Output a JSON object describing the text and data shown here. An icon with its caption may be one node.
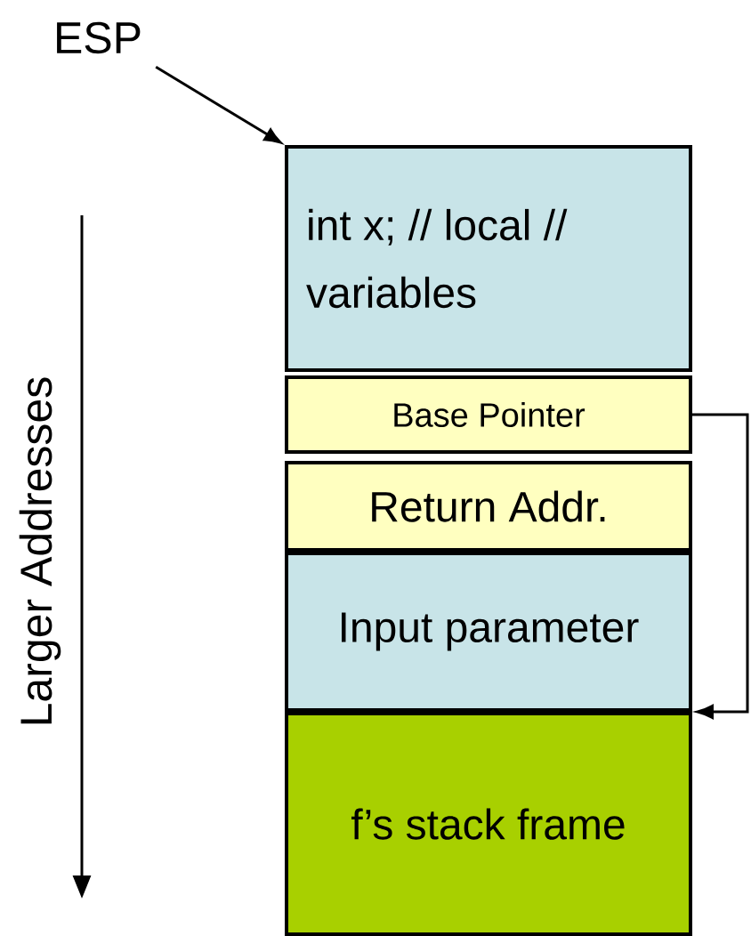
{
  "diagram": {
    "nodes": [
      {
        "text": [
          "ESP"
        ]
      },
      {
        "text": [
          "int x; // local // variables"
        ]
      },
      {
        "text": [
          "Base Pointer"
        ]
      },
      {
        "text": [
          "Return Addr."
        ]
      },
      {
        "text": [
          "Input parameter"
        ]
      },
      {
        "text": [
          "f’s stack frame"
        ]
      }
    ],
    "edges": [
      {
        "from": 0,
        "to": 1,
        "arrow": "to"
      },
      {
        "from": 2,
        "to": 5,
        "arrow": "to"
      }
    ],
    "labels": [
      "Larger Addresses"
    ]
  }
}
